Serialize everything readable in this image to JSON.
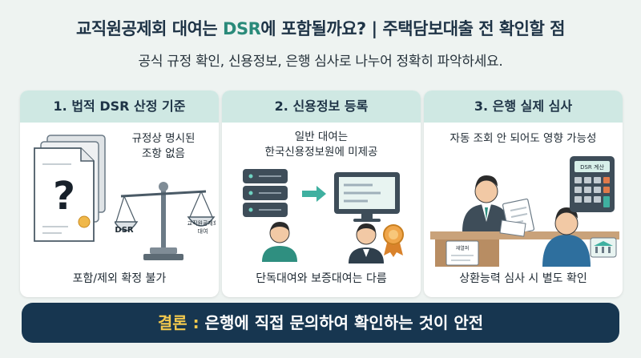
{
  "header": {
    "title_prefix": "교직원공제회 대여는 ",
    "title_accent": "DSR",
    "title_suffix": "에 포함될까요? | 주택담보대출 전 확인할 점",
    "subtitle": "공식 규정 확인, 신용정보, 은행 심사로 나누어 정확히 파악하세요."
  },
  "cards": [
    {
      "heading": "1. 법적 DSR 산정 기준",
      "note_line1": "규정상 명시된",
      "note_line2": "조항 없음",
      "scale_left_label": "DSR",
      "scale_right_line1": "교직원공제회",
      "scale_right_line2": "대여",
      "question_mark": "?",
      "footer": "포함/제외 확정 불가"
    },
    {
      "heading": "2. 신용정보 등록",
      "note_line1": "일반 대여는",
      "note_line2": "한국신용정보원에 미제공",
      "footer": "단독대여와 보증대여는 다름"
    },
    {
      "heading": "3. 은행 실제 심사",
      "note_line1": "자동 조회 안 되어도 영향 가능성",
      "calculator_label": "DSR 계산",
      "document_label": "재열퍼",
      "footer": "상환능력 심사 시 별도 확인"
    }
  ],
  "conclusion": {
    "label": "결론 : ",
    "text": "은행에 직접 문의하여 확인하는 것이 안전"
  },
  "colors": {
    "accent": "#2a8a7a",
    "header_bg": "#cfe8e3",
    "conclusion_bg": "#173650",
    "conclusion_label": "#f3c94e"
  }
}
